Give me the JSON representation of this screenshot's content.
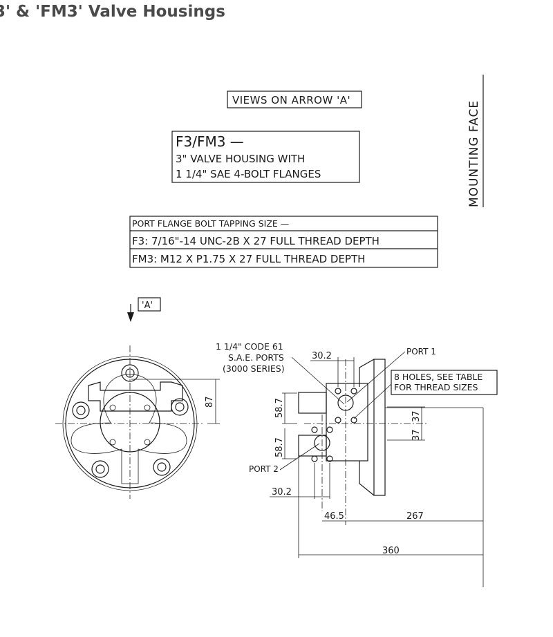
{
  "header": {
    "title": "3' & 'FM3' Valve Housings"
  },
  "views_box": {
    "text": "VIEWS ON ARROW 'A'"
  },
  "model_box": {
    "line1": "F3/FM3 —",
    "line2": "3\" VALVE HOUSING WITH",
    "line3": "1 1/4\" SAE 4-BOLT FLANGES"
  },
  "mounting_face": "MOUNTING FACE",
  "tapping_table": {
    "header": "PORT FLANGE BOLT TAPPING SIZE —",
    "rows": [
      "F3:  7/16\"-14 UNC-2B X 27 FULL THREAD DEPTH",
      "FM3:  M12 X P1.75 X 27 FULL THREAD DEPTH"
    ]
  },
  "arrow_label": "'A'",
  "callouts": {
    "code61_line1": "1 1/4\" CODE 61",
    "code61_line2": "S.A.E. PORTS",
    "code61_line3": "(3000 SERIES)",
    "port1": "PORT 1",
    "port2": "PORT 2",
    "holes_line1": "8 HOLES, SEE TABLE",
    "holes_line2": "FOR THREAD SIZES"
  },
  "dimensions": {
    "d30_2_top": "30.2",
    "d87": "87",
    "d58_7_top": "58.7",
    "d58_7_bottom": "58.7",
    "d37_top": "37",
    "d37_bottom": "37",
    "d30_2_bottom": "30.2",
    "d46_5": "46.5",
    "d267": "267",
    "d360": "360"
  }
}
